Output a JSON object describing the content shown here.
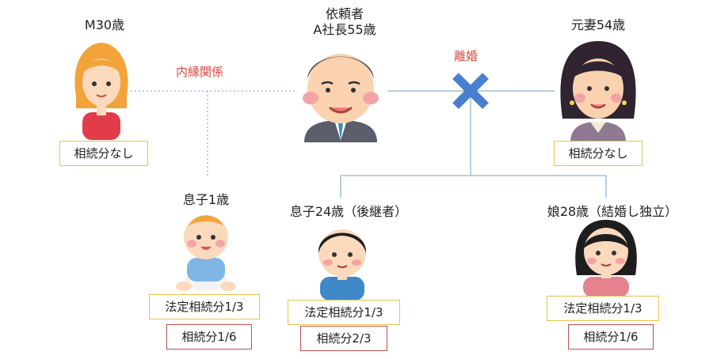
{
  "colors": {
    "relation_text": "#e0463f",
    "line": "#8eb4cf",
    "cross": "#4a7fd0",
    "box_gold": "#e7c34a",
    "box_red": "#c0504d"
  },
  "people": {
    "m": {
      "label": "M30歳",
      "box": "相続分なし"
    },
    "client": {
      "label_line1": "依頼者",
      "label_line2": "A社長55歳"
    },
    "exwife": {
      "label": "元妻54歳",
      "box": "相続分なし"
    },
    "baby": {
      "label": "息子1歳",
      "legal": "法定相続分1/3",
      "share": "相続分1/6"
    },
    "son": {
      "label": "息子24歳（後継者）",
      "legal": "法定相続分1/3",
      "share": "相続分2/3"
    },
    "daughter": {
      "label": "娘28歳（結婚し独立）",
      "legal": "法定相続分1/3",
      "share": "相続分1/6"
    }
  },
  "relations": {
    "common_law": "内縁関係",
    "divorce": "離婚"
  }
}
